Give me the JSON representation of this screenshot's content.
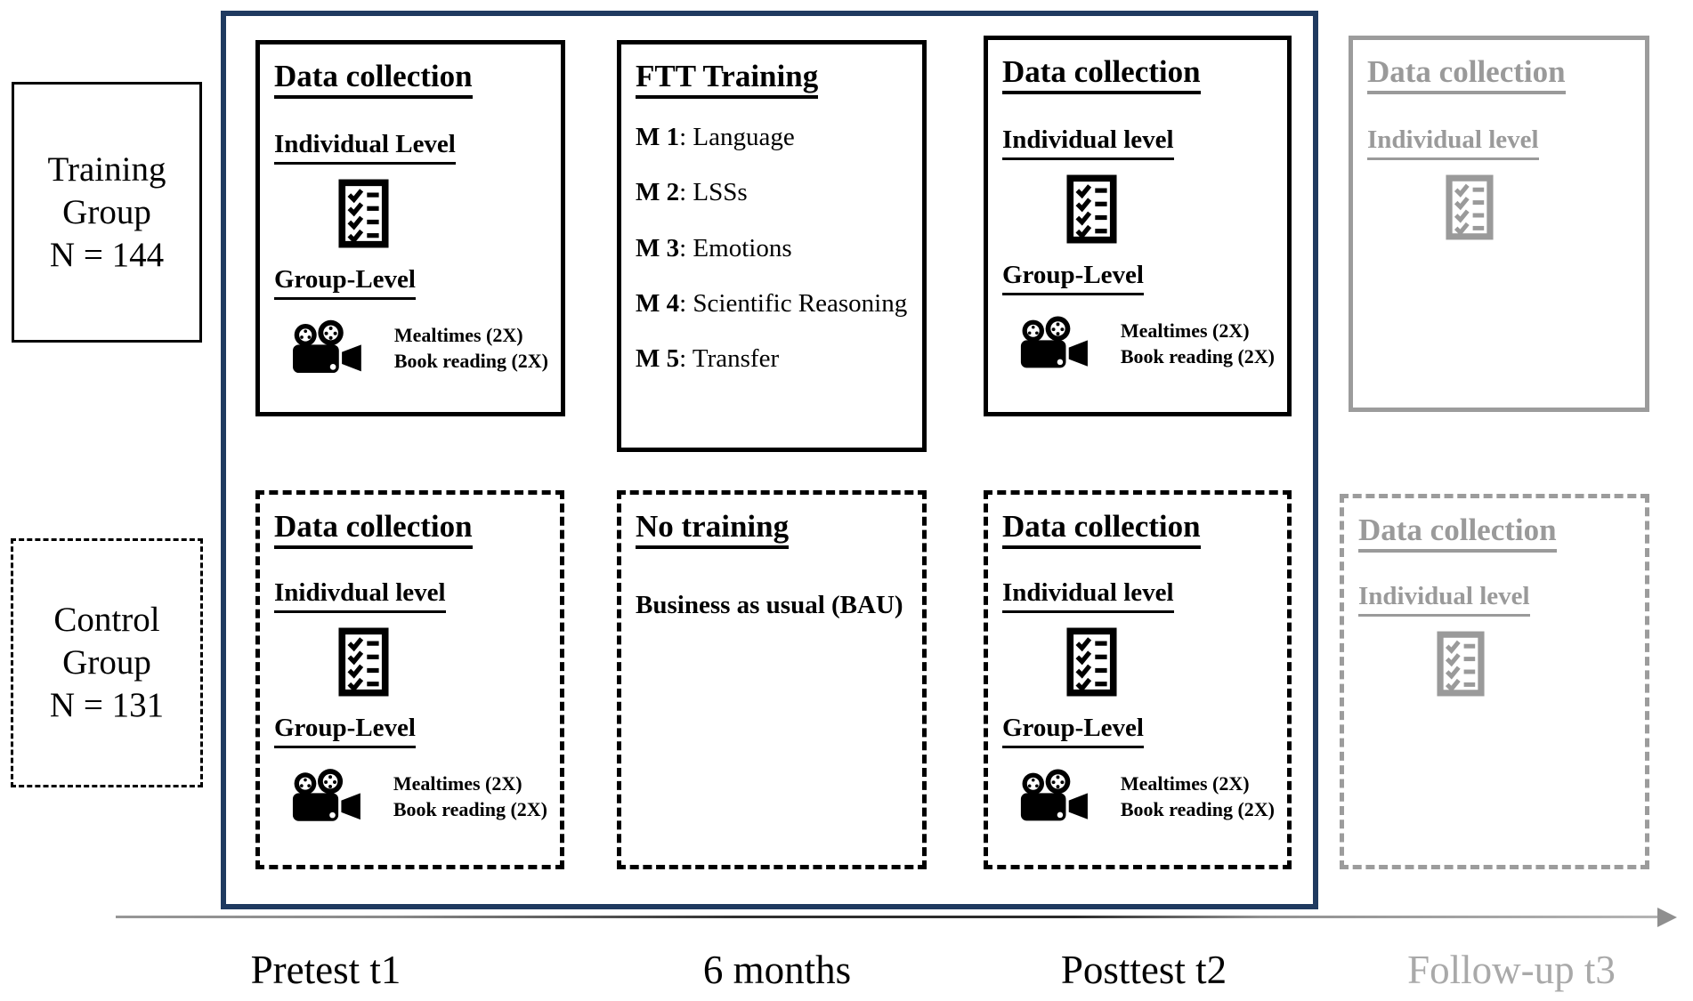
{
  "colors": {
    "frame_border": "#1f3a60",
    "followup_gray": "#9c9c9c",
    "followup_text_gray": "#9a9a9a",
    "timeline_followup_text": "#a9a9a9",
    "timeline_arrow": "#8f8f8f"
  },
  "icons": {
    "individual_level": "checklist-icon",
    "group_level": "film-camera-icon"
  },
  "groups": {
    "training": {
      "line1": "Training",
      "line2": "Group",
      "line3": "N = 144"
    },
    "control": {
      "line1": "Control",
      "line2": "Group",
      "line3": "N = 131"
    }
  },
  "cells": {
    "pretest_training": {
      "title": "Data collection",
      "individual_heading": "Individual Level",
      "group_heading": "Group-Level",
      "video_line1": "Mealtimes (2X)",
      "video_line2": "Book reading (2X)"
    },
    "ftt_training": {
      "title": "FTT Training",
      "modules": [
        {
          "label": "M 1",
          "text": ": Language"
        },
        {
          "label": "M 2",
          "text": ": LSSs"
        },
        {
          "label": "M 3",
          "text": ": Emotions"
        },
        {
          "label": "M 4",
          "text": ": Scientific Reasoning"
        },
        {
          "label": "M 5",
          "text": ": Transfer"
        }
      ]
    },
    "posttest_training": {
      "title": "Data collection",
      "individual_heading": "Individual level",
      "group_heading": "Group-Level",
      "video_line1": "Mealtimes (2X)",
      "video_line2": "Book reading (2X)"
    },
    "pretest_control": {
      "title": "Data collection",
      "individual_heading": "Inidivdual level",
      "group_heading": "Group-Level",
      "video_line1": "Mealtimes (2X)",
      "video_line2": "Book reading (2X)"
    },
    "no_training": {
      "title": "No training",
      "body": "Business as usual (BAU)"
    },
    "posttest_control": {
      "title": "Data collection",
      "individual_heading": "Individual level",
      "group_heading": "Group-Level",
      "video_line1": "Mealtimes (2X)",
      "video_line2": "Book reading (2X)"
    },
    "followup_training": {
      "title": "Data collection",
      "individual_heading": "Individual level"
    },
    "followup_control": {
      "title": "Data collection",
      "individual_heading": "Individual level"
    }
  },
  "timeline": {
    "pretest_label": "Pretest t1",
    "middle_label": "6 months",
    "posttest_label": "Posttest t2",
    "followup_label": "Follow-up t3"
  }
}
